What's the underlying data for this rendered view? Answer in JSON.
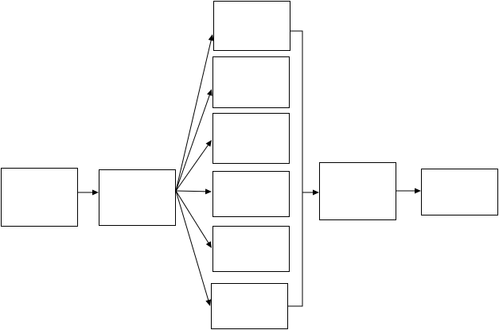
{
  "diagram": {
    "type": "flowchart",
    "stroke_color": "#000000",
    "fill_color": "#ffffff",
    "background": "#ffffff",
    "nodes": [
      {
        "id": "input",
        "label": ""
      },
      {
        "id": "splitter",
        "label": ""
      },
      {
        "id": "branch-1",
        "label": ""
      },
      {
        "id": "branch-2",
        "label": ""
      },
      {
        "id": "branch-3",
        "label": ""
      },
      {
        "id": "branch-4",
        "label": ""
      },
      {
        "id": "branch-5",
        "label": ""
      },
      {
        "id": "branch-6",
        "label": ""
      },
      {
        "id": "merger",
        "label": ""
      },
      {
        "id": "output",
        "label": ""
      }
    ],
    "edges": [
      {
        "from": "input",
        "to": "splitter"
      },
      {
        "from": "splitter",
        "to": "branch-1"
      },
      {
        "from": "splitter",
        "to": "branch-2"
      },
      {
        "from": "splitter",
        "to": "branch-3"
      },
      {
        "from": "splitter",
        "to": "branch-4"
      },
      {
        "from": "splitter",
        "to": "branch-5"
      },
      {
        "from": "splitter",
        "to": "branch-6"
      },
      {
        "from": "branch-1",
        "to": "merger",
        "via": "bus"
      },
      {
        "from": "branch-6",
        "to": "merger",
        "via": "bus"
      },
      {
        "from": "merger",
        "to": "output"
      }
    ]
  }
}
